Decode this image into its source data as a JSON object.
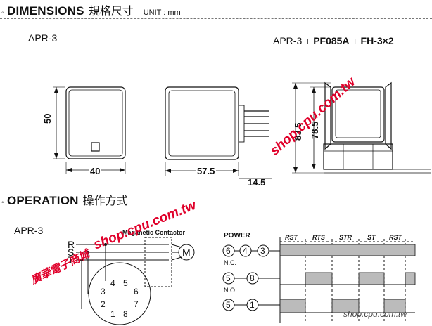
{
  "header": {
    "dimensions_title": "DIMENSIONS",
    "dimensions_cjk": "規格尺寸",
    "unit_label": "UNIT : mm",
    "operation_title": "OPERATION",
    "operation_cjk": "操作方式"
  },
  "dimensions": {
    "model_left": "APR-3",
    "model_right_prefix": "APR-3 + ",
    "model_right_part1": "PF085A",
    "model_right_sep": " + ",
    "model_right_part2": "FH-3×2",
    "dim_height": "50",
    "dim_width": "40",
    "dim_depth": "57.5",
    "dim_pins": "14.5",
    "dim_total_h": "83.5",
    "dim_socket_h": "78.5"
  },
  "operation": {
    "model": "APR-3",
    "contactor_label": "Maganetic Contactor",
    "phase_r": "R",
    "phase_s": "S",
    "phase_t": "T",
    "motor": "M",
    "timing": {
      "power_label": "POWER",
      "phases": [
        "RST",
        "RTS",
        "STR",
        "ST",
        "RST"
      ],
      "row1_terminals": [
        "6",
        "4",
        "3"
      ],
      "row1_state": "N.C.",
      "row2_terminals": [
        "5",
        "8"
      ],
      "row2_state": "N.O.",
      "row3_terminals": [
        "5",
        "1"
      ]
    }
  },
  "base_pins": [
    "4",
    "5",
    "3",
    "6",
    "2",
    "7",
    "1",
    "8"
  ],
  "watermarks": {
    "cn": "廣華電子商城",
    "url1": "shop.cpu.com.tw",
    "url2": "shop.cpu.com.tw",
    "footer": "shop.cpu.com.tw"
  }
}
